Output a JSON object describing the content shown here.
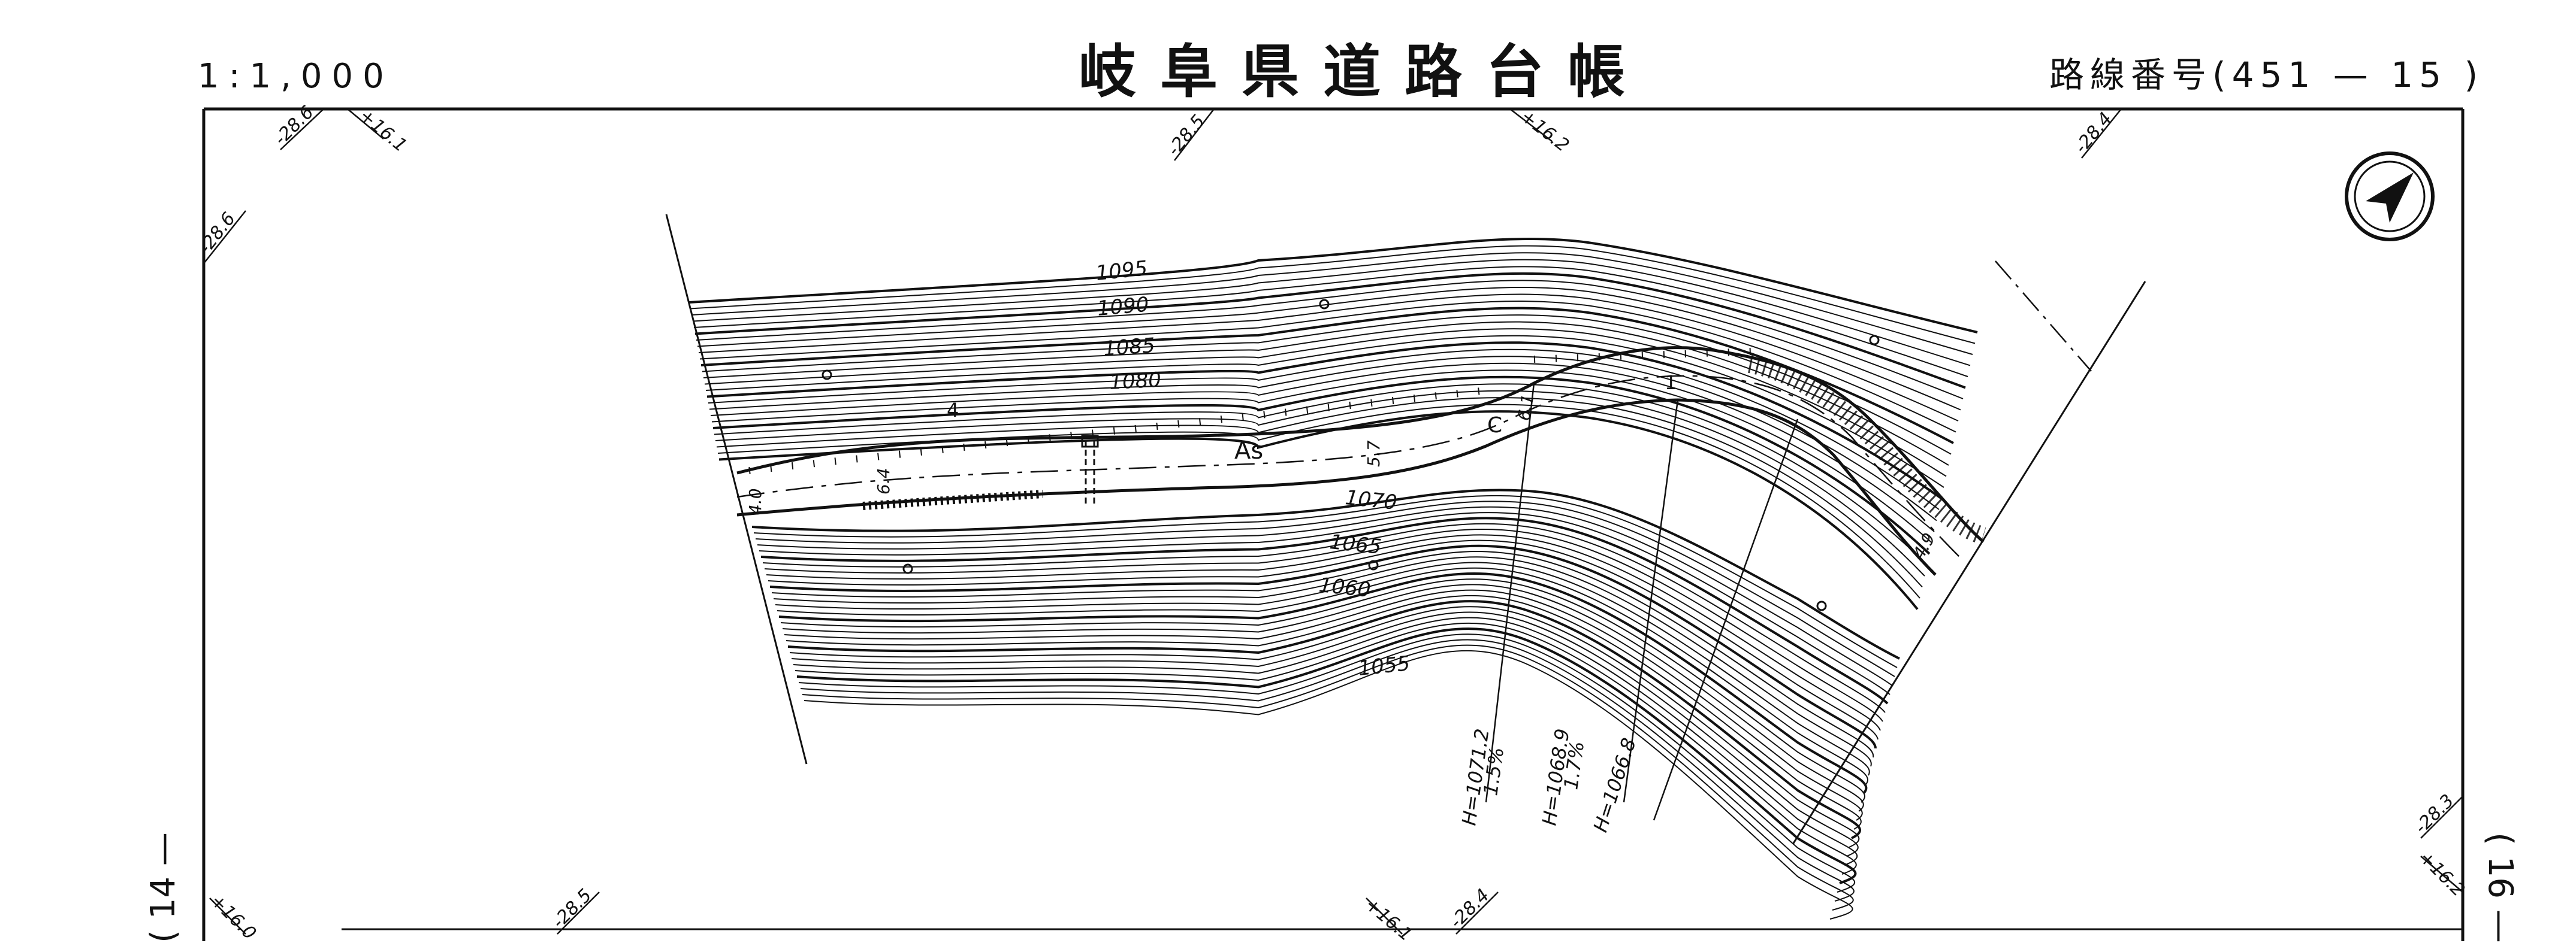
{
  "header": {
    "scale": "1:1,000",
    "title": "岐阜県道路台帳",
    "route_number": "路線番号(451 — 15 )"
  },
  "adjacent_sheets": {
    "left": "( 14 —",
    "right": "( 16 —"
  },
  "north_arrow": "north-arrow-icon",
  "contour_labels": [
    "1095",
    "1090",
    "1085",
    "1080",
    "1070",
    "1065",
    "1060",
    "1055"
  ],
  "road": {
    "surface": "As",
    "surface_other": "C",
    "widths": [
      "4.0",
      "6.4",
      "5.7",
      "6.1",
      "4.9"
    ],
    "marker_4": "4",
    "marker_1": "1"
  },
  "grid_marks": [
    "-28.6",
    "+16.1",
    "-28.5",
    "+16.2",
    "-28.4",
    "-28.6",
    "+16.0",
    "-28.5",
    "+16.1",
    "-28.4",
    "-28.3",
    "+16.2"
  ],
  "profiles": [
    {
      "height": "H=1071.2",
      "grade": "1.5%"
    },
    {
      "height": "H=1068.9",
      "grade": "1.7%"
    },
    {
      "height": "H=1066.8",
      "grade": ""
    }
  ],
  "colors": {
    "ink": "#111111",
    "paper": "#ffffff"
  }
}
